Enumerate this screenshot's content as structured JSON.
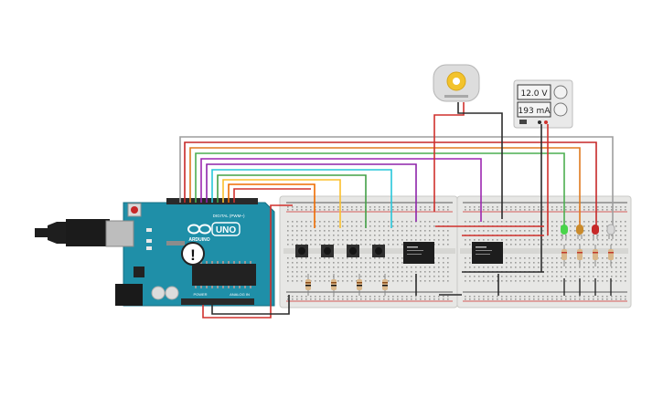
{
  "power_supply": {
    "voltage_readout": "12.0 V",
    "current_readout": "193 mA"
  },
  "arduino": {
    "logo_text": "UNO",
    "brand_text": "ARDUINO",
    "digital_header_label": "DIGITAL (PWM~)",
    "power_label": "POWER",
    "analog_label": "ANALOG IN",
    "warning_symbol": "!"
  },
  "icons": {
    "usb": "usb-plug-icon",
    "dc_jack": "dc-jack-icon",
    "reset": "reset-button-icon",
    "warning": "warning-icon",
    "motor": "dc-motor-icon"
  },
  "colors": {
    "board_teal": "#1f8fa8",
    "breadboard": "#e6e6e4",
    "wire_red": "#d0312d",
    "wire_black": "#2c2c2c",
    "led_green": "#49d44a",
    "led_orange": "#c98a2b",
    "led_red": "#c62828",
    "led_white": "#d7d7d7"
  }
}
